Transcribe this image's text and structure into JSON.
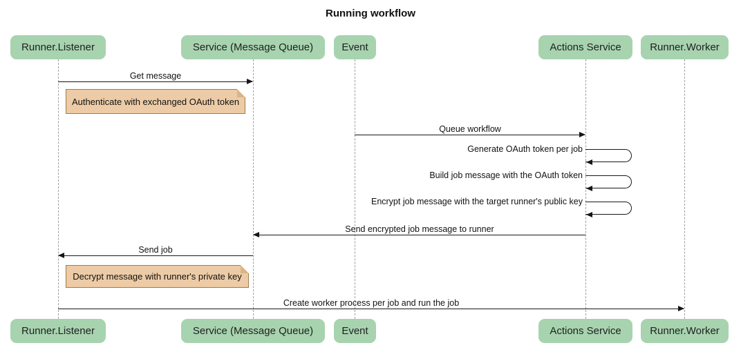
{
  "title": "Running workflow",
  "colors": {
    "actor_fill": "#a7d3af",
    "actor_text": "#1f1f1f",
    "note_fill": "#edcba6",
    "note_border": "#9c7c46",
    "note_fold": "#d9b583",
    "line": "#161616",
    "lifeline": "#9e9e9e",
    "background": "#ffffff"
  },
  "actors": [
    {
      "id": "runner-listener",
      "label": "Runner.Listener"
    },
    {
      "id": "service-message-queue",
      "label": "Service (Message Queue)"
    },
    {
      "id": "event",
      "label": "Event"
    },
    {
      "id": "actions-service",
      "label": "Actions Service"
    },
    {
      "id": "runner-worker",
      "label": "Runner.Worker"
    }
  ],
  "messages": [
    {
      "label": "Get message",
      "from": "Runner.Listener",
      "to": "Service (Message Queue)",
      "type": "arrow"
    },
    {
      "label": "Queue workflow",
      "from": "Event",
      "to": "Actions Service",
      "type": "arrow"
    },
    {
      "label": "Generate OAuth token per job",
      "from": "Actions Service",
      "to": "Actions Service",
      "type": "self"
    },
    {
      "label": "Build job message with the OAuth token",
      "from": "Actions Service",
      "to": "Actions Service",
      "type": "self"
    },
    {
      "label": "Encrypt job message with the target runner's public key",
      "from": "Actions Service",
      "to": "Actions Service",
      "type": "self"
    },
    {
      "label": "Send encrypted job message to runner",
      "from": "Actions Service",
      "to": "Service (Message Queue)",
      "type": "arrow"
    },
    {
      "label": "Send job",
      "from": "Service (Message Queue)",
      "to": "Runner.Listener",
      "type": "arrow"
    },
    {
      "label": "Create worker process per job and run the job",
      "from": "Runner.Listener",
      "to": "Runner.Worker",
      "type": "arrow"
    }
  ],
  "notes": [
    {
      "label": "Authenticate with exchanged OAuth token",
      "over": "Runner.Listener"
    },
    {
      "label": "Decrypt message with runner's private key",
      "over": "Runner.Listener"
    }
  ]
}
